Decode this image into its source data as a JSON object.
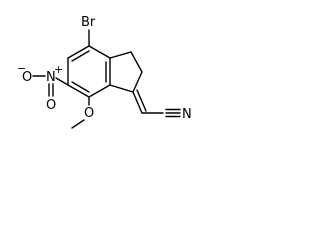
{
  "molecule": {
    "atoms": {
      "br": "Br",
      "nitro_o1": "O",
      "nitro_n": "N",
      "nitro_charge_plus": "+",
      "nitro_o2": "O",
      "nitro_charge_minus": "−",
      "methoxy_o": "O",
      "nitrile_n": "N"
    }
  }
}
